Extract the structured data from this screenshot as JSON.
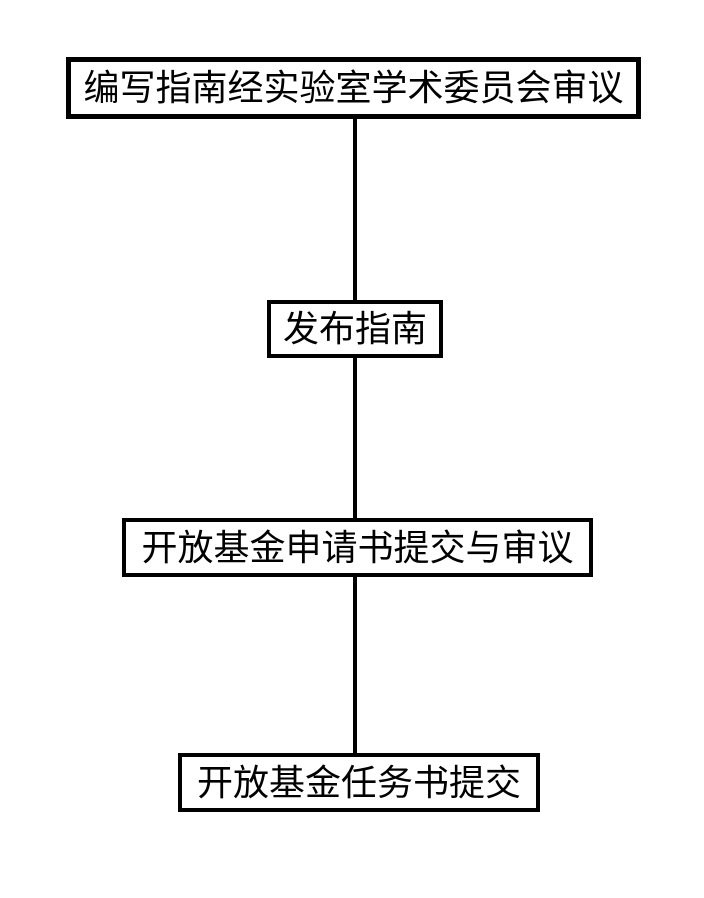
{
  "flowchart": {
    "type": "vertical-flowchart",
    "colors": {
      "background": "#ffffff",
      "node_border": "#000000",
      "node_fill": "#ffffff",
      "text": "#000000",
      "connector": "#000000"
    },
    "nodes": [
      {
        "id": "guideline-committee-review",
        "label": "编写指南经实验室学术委员会审议"
      },
      {
        "id": "publish-guideline",
        "label": "发布指南"
      },
      {
        "id": "application-submission-review",
        "label": "开放基金申请书提交与审议"
      },
      {
        "id": "task-statement-submission",
        "label": "开放基金任务书提交"
      }
    ],
    "connections": [
      {
        "from": "guideline-committee-review",
        "to": "publish-guideline",
        "style": "plain-line"
      },
      {
        "from": "publish-guideline",
        "to": "application-submission-review",
        "style": "plain-line"
      },
      {
        "from": "application-submission-review",
        "to": "task-statement-submission",
        "style": "plain-line"
      }
    ]
  }
}
